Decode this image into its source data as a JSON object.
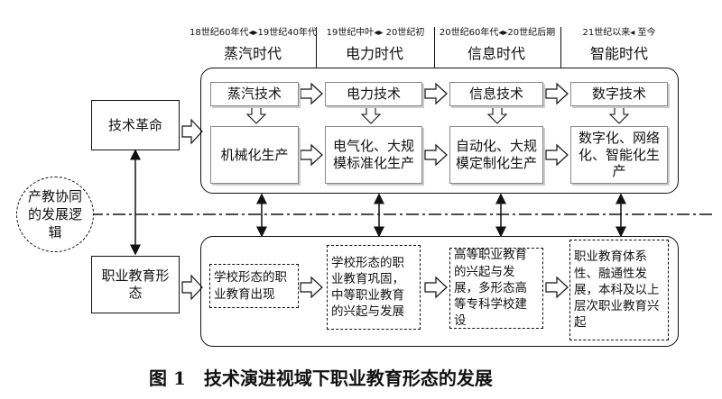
{
  "eras": [
    {
      "range": "18世纪60年代◂▸19世纪40年代",
      "title": "蒸汽时代"
    },
    {
      "range": "19世纪中叶◂▸ 20世纪初",
      "title": "电力时代"
    },
    {
      "range": "20世纪60年代◂▸20世纪后期",
      "title": "信息时代"
    },
    {
      "range": "21世纪以来◂ 至今",
      "title": "智能时代"
    }
  ],
  "row_labels": {
    "tech_revolution": "技术革命",
    "vocational_form": "职业教育形态"
  },
  "logic_label": "产教协同的发展逻辑",
  "tech_boxes": [
    "蒸汽技术",
    "电力技术",
    "信息技术",
    "数字技术"
  ],
  "production_boxes": [
    "机械化生产",
    "电气化、大规模标准化生产",
    "自动化、大规模定制化生产",
    "数字化、网络化、智能化生产"
  ],
  "education_boxes": [
    "学校形态的职业教育出现",
    "学校形态的职业教育巩固，中等职业教育的兴起与发展",
    "高等职业教育的兴起与发展，多形态高等专科学校建设",
    "职业教育体系性、融通性发展，本科及以上层次职业教育兴起"
  ],
  "caption": "图 1　技术演进视域下职业教育形态的发展"
}
